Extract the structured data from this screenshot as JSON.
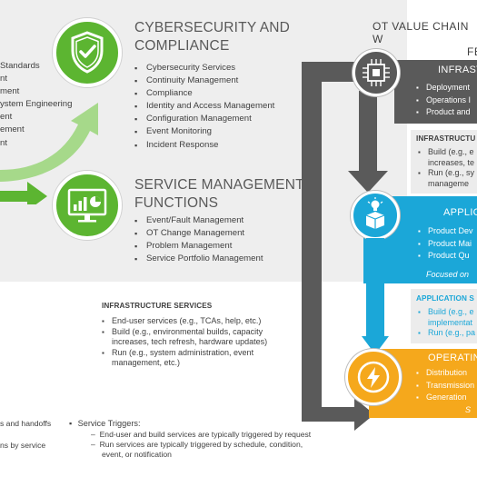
{
  "left_list": [
    "Standards",
    "nt",
    "ment",
    "ystem Engineering",
    "ent",
    "ement",
    "nt"
  ],
  "cyber": {
    "title_line1": "CYBERSECURITY AND",
    "title_line2": "COMPLIANCE",
    "items": [
      "Cybersecurity Services",
      "Continuity Management",
      "Compliance",
      "Identity and Access Management",
      "Configuration Management",
      "Event Monitoring",
      "Incident Response"
    ],
    "icon": "shield-check-icon"
  },
  "service_mgmt": {
    "title_line1": "SERVICE MANAGEMENT",
    "title_line2": "FUNCTIONS",
    "items": [
      "Event/Fault Management",
      "OT Change Management",
      "Problem Management",
      "Service Portfolio Management"
    ],
    "icon": "monitor-chart-icon"
  },
  "infra_services": {
    "heading": "INFRASTRUCTURE SERVICES",
    "items": [
      "End-user services (e.g., TCAs, help, etc.)",
      "Build (e.g., environmental builds, capacity",
      "increases, tech refresh, hardware updates)",
      "Run (e.g., system administration, event",
      "management, etc.)"
    ]
  },
  "value_chain": {
    "title_line1": "OT VALUE CHAIN W",
    "title_line2": "FE",
    "infra_band": {
      "title": "INFRAST",
      "items": [
        "Deployment",
        "Operations I",
        "Product and"
      ],
      "icon": "chip-icon"
    },
    "infra_box": {
      "heading": "INFRASTRUCTU",
      "items": [
        "Build (e.g., e",
        "increases, te",
        "Run (e.g., sy",
        "manageme"
      ]
    },
    "app_band": {
      "title": "APPLIC",
      "items": [
        "Product Dev",
        "Product Mai",
        "Product Qu"
      ],
      "note": "Focused on",
      "icon": "box-bulb-icon"
    },
    "app_box": {
      "heading": "APPLICATION S",
      "items": [
        "Build (e.g., e",
        "implementat",
        "Run (e.g., pa"
      ]
    },
    "ops_band": {
      "title": "OPERATIN",
      "items": [
        "Distribution",
        "Transmission",
        "Generation"
      ],
      "note": "S",
      "icon": "lightning-icon"
    }
  },
  "footer": {
    "left_line1": "s and handoffs",
    "left_line2": "ns by service",
    "triggers_label": "Service Triggers:",
    "trigger_lines": [
      "End-user and build services are typically triggered by request",
      "Run services are typically triggered by schedule, condition,",
      "event, or notification"
    ]
  },
  "colors": {
    "green": "#5cb531",
    "light_green": "#a6d98a",
    "dark_gray": "#5a5a5a",
    "blue": "#1ba7d8",
    "orange": "#f5a81c"
  }
}
